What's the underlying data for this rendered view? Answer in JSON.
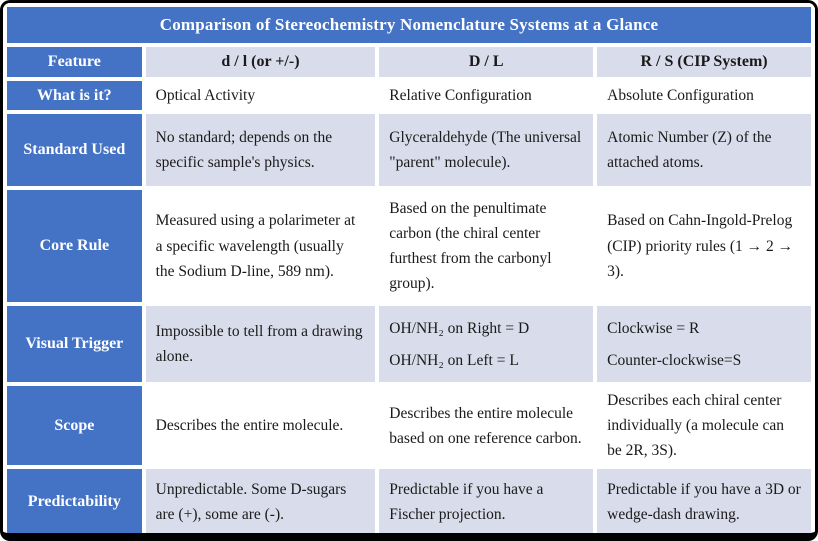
{
  "title": "Comparison of Stereochemistry Nomenclature Systems at a Glance",
  "colors": {
    "header_blue": "#4472C4",
    "band_lavender": "#D9DCEA",
    "text_dark": "#1A1A1A",
    "frame_border": "#000000"
  },
  "columns": [
    "Feature",
    "d / l (or +/-)",
    "D / L",
    "R / S (CIP System)"
  ],
  "rows": [
    {
      "feature": "What is it?",
      "cells": [
        "Optical Activity",
        "Relative Configuration",
        "Absolute Configuration"
      ]
    },
    {
      "feature": "Standard Used",
      "cells": [
        "No standard; depends on the specific sample's physics.",
        "Glyceraldehyde (The universal \"parent\" molecule).",
        "Atomic Number (Z) of the attached atoms."
      ]
    },
    {
      "feature": "Core Rule",
      "cells": [
        "Measured using a polarimeter at a specific wavelength (usually the Sodium D-line, 589 nm).",
        "Based on the penultimate carbon (the chiral center furthest from the carbonyl group).",
        "Based on Cahn-Ingold-Prelog (CIP) priority rules (1 →  2 →  3)."
      ]
    },
    {
      "feature": "Visual Trigger",
      "cells": [
        "Impossible to tell from a drawing alone.",
        [
          "OH/NH₂ on Right = D",
          "OH/NH₂ on Left = L"
        ],
        [
          "Clockwise = R",
          "Counter-clockwise=S"
        ]
      ]
    },
    {
      "feature": "Scope",
      "cells": [
        "Describes the entire molecule.",
        "Describes the entire molecule based on one reference carbon.",
        "Describes each chiral center individually (a molecule can be 2R, 3S)."
      ]
    },
    {
      "feature": "Predictability",
      "cells": [
        "Unpredictable. Some D-sugars are (+), some are (-).",
        "Predictable if you have a Fischer projection.",
        "Predictable if you have a 3D or wedge-dash drawing."
      ]
    }
  ]
}
